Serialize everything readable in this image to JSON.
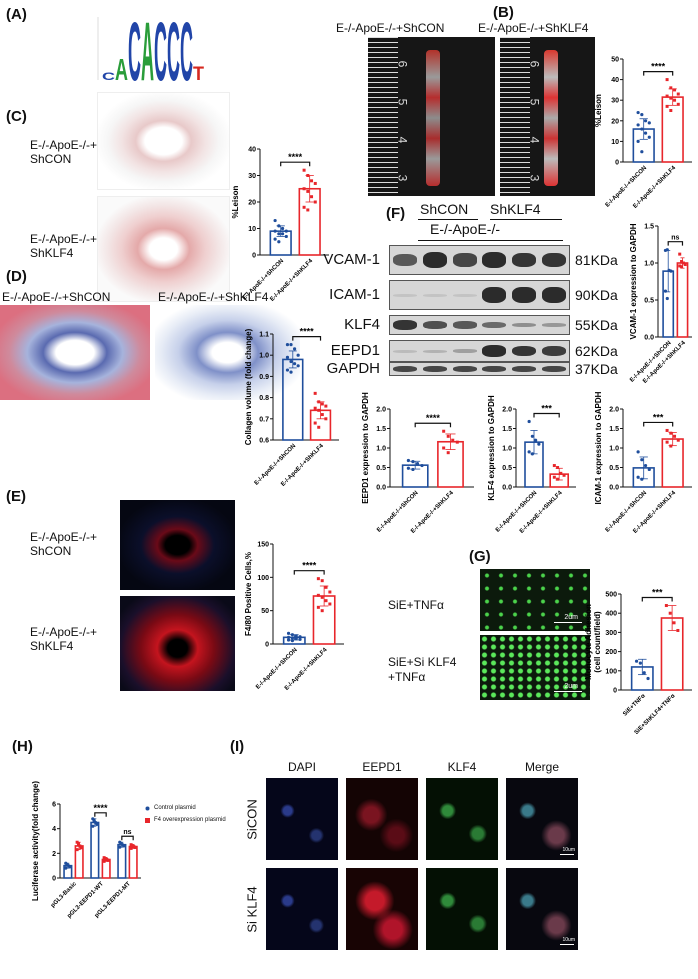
{
  "panels": {
    "A": "(A)",
    "B": "(B)",
    "C": "(C)",
    "D": "(D)",
    "E": "(E)",
    "F": "(F)",
    "G": "(G)",
    "H": "(H)",
    "I": "(I)"
  },
  "logo": {
    "sequence": "CACACCCT"
  },
  "colors": {
    "control": "#1f4e9c",
    "treatment": "#e8262b"
  },
  "B": {
    "title_con": "E-/-ApoE-/-+ShCON",
    "title_klf4": "E-/-ApoE-/-+ShKLF4",
    "ruler": [
      "6",
      "5",
      "4",
      "3"
    ]
  },
  "C": {
    "label_con": "E-/-ApoE-/-+ ShCON",
    "label_klf4": "E-/-ApoE-/-+ ShKLF4"
  },
  "D": {
    "title_con": "E-/-ApoE-/-+ShCON",
    "title_klf4": "E-/-ApoE-/-+ShKLF4"
  },
  "E": {
    "label_con": "E-/-ApoE-/-+ ShCON",
    "label_klf4": "E-/-ApoE-/-+ ShKLF4"
  },
  "F": {
    "group_con": "ShCON",
    "group_klf4": "ShKLF4",
    "strain": "E-/-ApoE-/-",
    "blots": [
      {
        "name": "VCAM-1",
        "kda": "81KDa"
      },
      {
        "name": "ICAM-1",
        "kda": "90KDa"
      },
      {
        "name": "KLF4",
        "kda": "55KDa"
      },
      {
        "name": "EEPD1",
        "kda": "62KDa"
      },
      {
        "name": "GAPDH",
        "kda": "37KDa"
      }
    ]
  },
  "G": {
    "label_top": "SiE+TNFα",
    "label_bottom_1": "SiE+Si KLF4",
    "label_bottom_2": "+TNFα",
    "scale": "2um"
  },
  "H": {
    "legend": [
      "Control plasmid",
      "F4 overexpression plasmid"
    ]
  },
  "I": {
    "columns": [
      "DAPI",
      "EEPD1",
      "KLF4",
      "Merge"
    ],
    "rows": [
      "SiCON",
      "Si KLF4"
    ],
    "scale": "10um"
  },
  "chart_data": [
    {
      "id": "B",
      "type": "bar",
      "ylabel": "%Leison",
      "ylim": [
        0,
        50
      ],
      "ticks": [
        "0",
        "10",
        "20",
        "30",
        "40",
        "50"
      ],
      "categories": [
        "E-/-ApoE-/-+ShCON",
        "E-/-ApoE-/-+ShKLF4"
      ],
      "means": [
        16,
        31.5
      ],
      "sd": [
        5,
        4
      ],
      "points": [
        [
          24,
          23,
          20,
          19,
          18,
          16,
          14,
          12,
          10,
          5
        ],
        [
          40,
          36,
          35,
          33,
          32,
          31,
          30,
          28,
          27,
          25
        ]
      ],
      "sig": "****"
    },
    {
      "id": "C",
      "type": "bar",
      "ylabel": "%Leison",
      "ylim": [
        0,
        40
      ],
      "ticks": [
        "0",
        "10",
        "20",
        "30",
        "40"
      ],
      "categories": [
        "E-/-ApoE-/-+ShCON",
        "E-/-ApoE-/-+ShKLF4"
      ],
      "means": [
        9,
        25
      ],
      "sd": [
        2,
        5
      ],
      "points": [
        [
          13,
          11,
          10,
          9,
          9,
          8,
          8,
          7,
          6,
          5
        ],
        [
          32,
          30,
          28,
          27,
          25,
          24,
          22,
          20,
          18,
          17
        ]
      ],
      "sig": "****"
    },
    {
      "id": "D",
      "type": "bar",
      "ylabel": "Collagen volume (fold change)",
      "ylim": [
        0.6,
        1.1
      ],
      "ticks": [
        "0.6",
        "0.7",
        "0.8",
        "0.9",
        "1.0",
        "1.1"
      ],
      "categories": [
        "E-/-ApoE-/-+ShCON",
        "E-/-ApoE-/-+ShKLF4"
      ],
      "means": [
        0.98,
        0.74
      ],
      "sd": [
        0.04,
        0.04
      ],
      "points": [
        [
          1.05,
          1.05,
          1.03,
          1.0,
          0.99,
          0.97,
          0.96,
          0.95,
          0.93,
          0.92
        ],
        [
          0.82,
          0.78,
          0.77,
          0.76,
          0.75,
          0.74,
          0.72,
          0.7,
          0.68,
          0.66
        ]
      ],
      "sig": "****"
    },
    {
      "id": "E",
      "type": "bar",
      "ylabel": "F4/80 Positive Cells,%",
      "ylim": [
        0,
        150
      ],
      "ticks": [
        "0",
        "50",
        "100",
        "150"
      ],
      "categories": [
        "E-/-ApoE-/-+ShCON",
        "E-/-ApoE-/-+ShKLF4"
      ],
      "means": [
        10,
        72
      ],
      "sd": [
        4,
        15
      ],
      "points": [
        [
          16,
          14,
          12,
          11,
          10,
          9,
          8,
          7,
          6,
          5
        ],
        [
          98,
          95,
          85,
          78,
          73,
          70,
          65,
          60,
          55,
          50
        ]
      ],
      "sig": "****"
    },
    {
      "id": "VCAM",
      "type": "bar",
      "ylabel": "VCAM-1 expression to GAPDH",
      "ylim": [
        0,
        1.5
      ],
      "ticks": [
        "0.0",
        "0.5",
        "1.0",
        "1.5"
      ],
      "categories": [
        "E-/-ApoE-/-+ShCON",
        "E-/-ApoE-/-+ShKLF4"
      ],
      "means": [
        0.89,
        1.0
      ],
      "sd": [
        0.28,
        0.07
      ],
      "points": [
        [
          1.17,
          1.18,
          0.9,
          0.89,
          0.62,
          0.52
        ],
        [
          1.12,
          1.02,
          1.0,
          0.98,
          0.96,
          0.95
        ]
      ],
      "sig": "ns"
    },
    {
      "id": "EEPD1",
      "type": "bar",
      "ylabel": "EEPD1 expression to GAPDH",
      "ylim": [
        0,
        2
      ],
      "ticks": [
        "0.0",
        "0.5",
        "1.0",
        "1.5",
        "2.0"
      ],
      "categories": [
        "E-/-ApoE-/-+ShCON",
        "E-/-ApoE-/-+ShKLF4"
      ],
      "means": [
        0.56,
        1.16
      ],
      "sd": [
        0.1,
        0.2
      ],
      "points": [
        [
          0.68,
          0.65,
          0.6,
          0.55,
          0.48,
          0.45
        ],
        [
          1.43,
          1.3,
          1.2,
          1.15,
          1.0,
          0.88
        ]
      ],
      "sig": "****"
    },
    {
      "id": "KLF4",
      "type": "bar",
      "ylabel": "KLF4 expression to GAPDH",
      "ylim": [
        0,
        2
      ],
      "ticks": [
        "0.0",
        "0.5",
        "1.0",
        "1.5",
        "2.0"
      ],
      "categories": [
        "E-/-ApoE-/-+ShCON",
        "E-/-ApoE-/-+ShKLF4"
      ],
      "means": [
        1.15,
        0.33
      ],
      "sd": [
        0.3,
        0.15
      ],
      "points": [
        [
          1.68,
          1.3,
          1.2,
          1.1,
          0.9,
          0.85
        ],
        [
          0.55,
          0.5,
          0.35,
          0.3,
          0.25,
          0.2
        ]
      ],
      "sig": "***"
    },
    {
      "id": "ICAM",
      "type": "bar",
      "ylabel": "ICAM-1 expression to GAPDH",
      "ylim": [
        0,
        2
      ],
      "ticks": [
        "0.0",
        "0.5",
        "1.0",
        "1.5",
        "2.0"
      ],
      "categories": [
        "E-/-ApoE-/-+ShCON",
        "E-/-ApoE-/-+ShKLF4"
      ],
      "means": [
        0.49,
        1.23
      ],
      "sd": [
        0.28,
        0.17
      ],
      "points": [
        [
          0.9,
          0.7,
          0.55,
          0.45,
          0.25,
          0.2
        ],
        [
          1.45,
          1.38,
          1.3,
          1.2,
          1.15,
          1.05
        ]
      ],
      "sig": "***"
    },
    {
      "id": "G",
      "type": "bar",
      "ylabel": "Monocyte Adhesion (cell count/field)",
      "ylim": [
        0,
        500
      ],
      "ticks": [
        "0",
        "100",
        "200",
        "300",
        "400",
        "500"
      ],
      "categories": [
        "SiE+TNFα",
        "SiE+ShKLF4+TNFα"
      ],
      "means": [
        120,
        375
      ],
      "sd": [
        40,
        65
      ],
      "points": [
        [
          150,
          140,
          90,
          60
        ],
        [
          440,
          400,
          350,
          310
        ]
      ],
      "sig": "***"
    },
    {
      "id": "H",
      "type": "bar",
      "grouped": true,
      "ylabel": "Luciferase activity(fold change)",
      "ylim": [
        0,
        6
      ],
      "ticks": [
        "0",
        "2",
        "4",
        "6"
      ],
      "categories": [
        "pGL3-Basic",
        "pGL3-EEPD1-WT",
        "pGL3-EEPD1-MT"
      ],
      "series": [
        {
          "name": "Control plasmid",
          "means": [
            1.0,
            4.5,
            2.7
          ],
          "sd": [
            0.2,
            0.3,
            0.2
          ]
        },
        {
          "name": "F4 overexpression plasmid",
          "means": [
            2.6,
            1.5,
            2.55
          ],
          "sd": [
            0.3,
            0.15,
            0.15
          ]
        }
      ],
      "sig": [
        "",
        "****",
        "ns"
      ]
    }
  ]
}
